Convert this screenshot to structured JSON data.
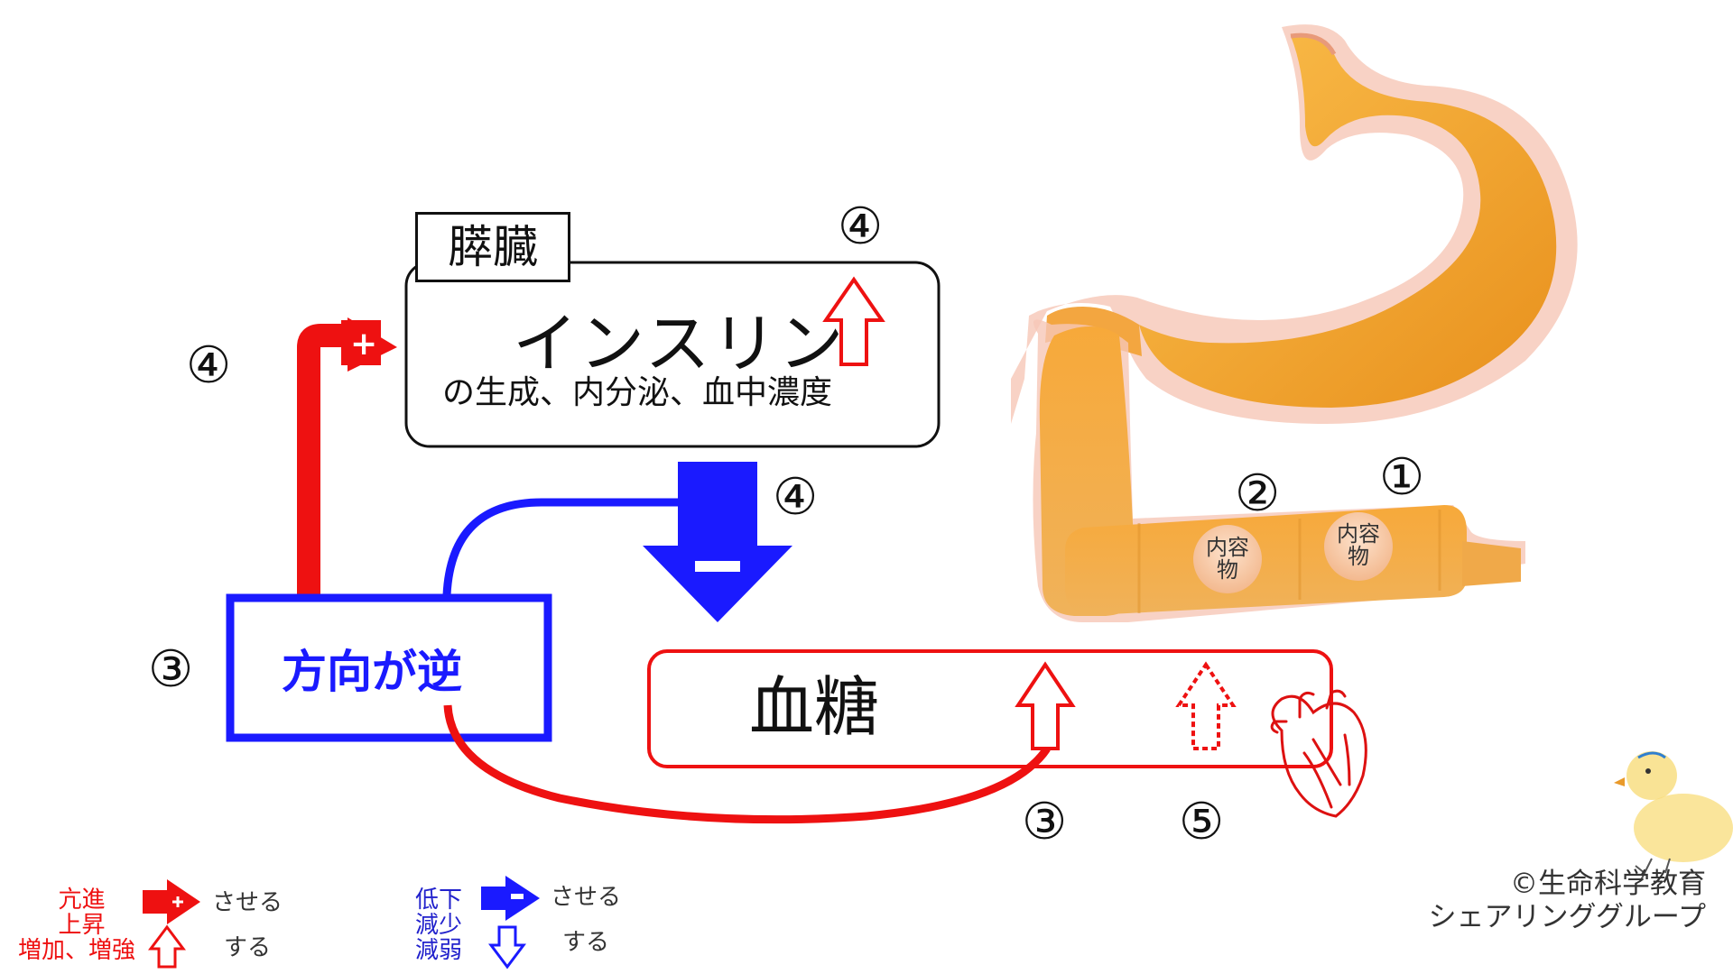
{
  "pancreas": {
    "label": "膵臓",
    "marker": "④",
    "insulin_title": "インスリン",
    "insulin_subtitle": "の生成、内分泌、血中濃度"
  },
  "reverse_box": {
    "label": "方向が逆",
    "marker": "③"
  },
  "blood_sugar": {
    "label": "血糖",
    "marker_rise": "③",
    "marker_dotted": "⑤"
  },
  "arrows": {
    "red_path_marker": "④",
    "red_sign": "+",
    "blue_marker": "④",
    "blue_sign": "−"
  },
  "intestine": {
    "content_label_line1": "内容",
    "content_label_line2": "物",
    "marker_1": "①",
    "marker_2": "②"
  },
  "legend": {
    "red_words_line1": "亢進",
    "red_words_line2": "上昇",
    "red_words_line3": "増加、増強",
    "red_make": "させる",
    "red_do": "する",
    "blue_words_line1": "低下",
    "blue_words_line2": "減少",
    "blue_words_line3": "減弱",
    "blue_make": "させる",
    "blue_do": "する"
  },
  "copyright": "©生命科学教育\nシェアリンググループ",
  "colors": {
    "red": "#ee1111",
    "blue": "#1a1aff",
    "organ": "#f5a623"
  }
}
